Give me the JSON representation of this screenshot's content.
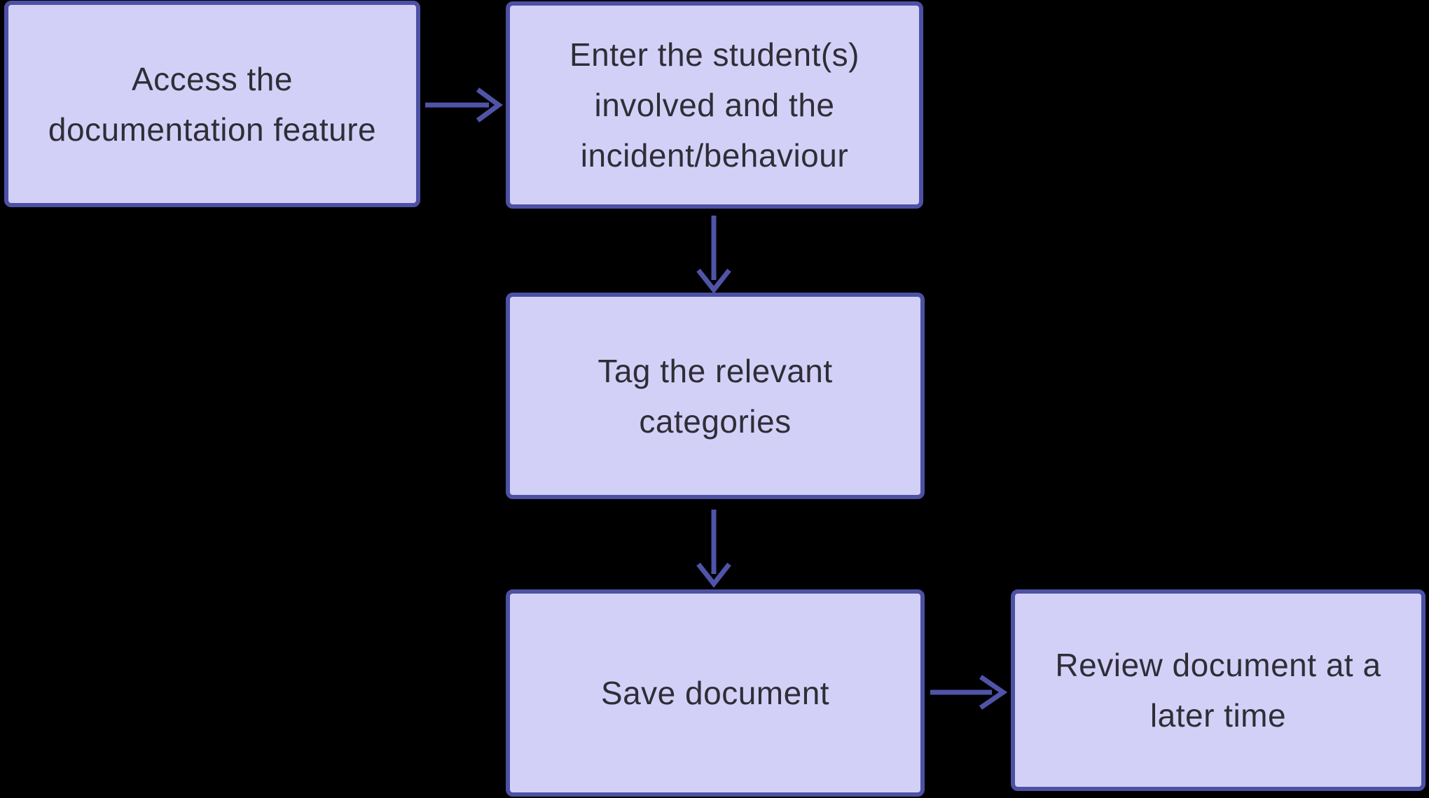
{
  "diagram": {
    "type": "flowchart",
    "nodes": [
      {
        "id": "step-1",
        "label": "Access the\ndocumentation feature"
      },
      {
        "id": "step-2",
        "label": "Enter the student(s)\ninvolved and the\nincident/behaviour"
      },
      {
        "id": "step-3",
        "label": "Tag the relevant\ncategories"
      },
      {
        "id": "step-4",
        "label": "Save document"
      },
      {
        "id": "step-5",
        "label": "Review document at a\nlater time"
      }
    ],
    "connections": [
      {
        "from": "step-1",
        "to": "step-2",
        "direction": "right"
      },
      {
        "from": "step-2",
        "to": "step-3",
        "direction": "down"
      },
      {
        "from": "step-3",
        "to": "step-4",
        "direction": "down"
      },
      {
        "from": "step-4",
        "to": "step-5",
        "direction": "right"
      }
    ]
  },
  "colors": {
    "background": "#000000",
    "node-fill": "#d3d0f8",
    "node-border": "#4d51a4",
    "arrow": "#5054a8",
    "text": "#2f2e36"
  }
}
